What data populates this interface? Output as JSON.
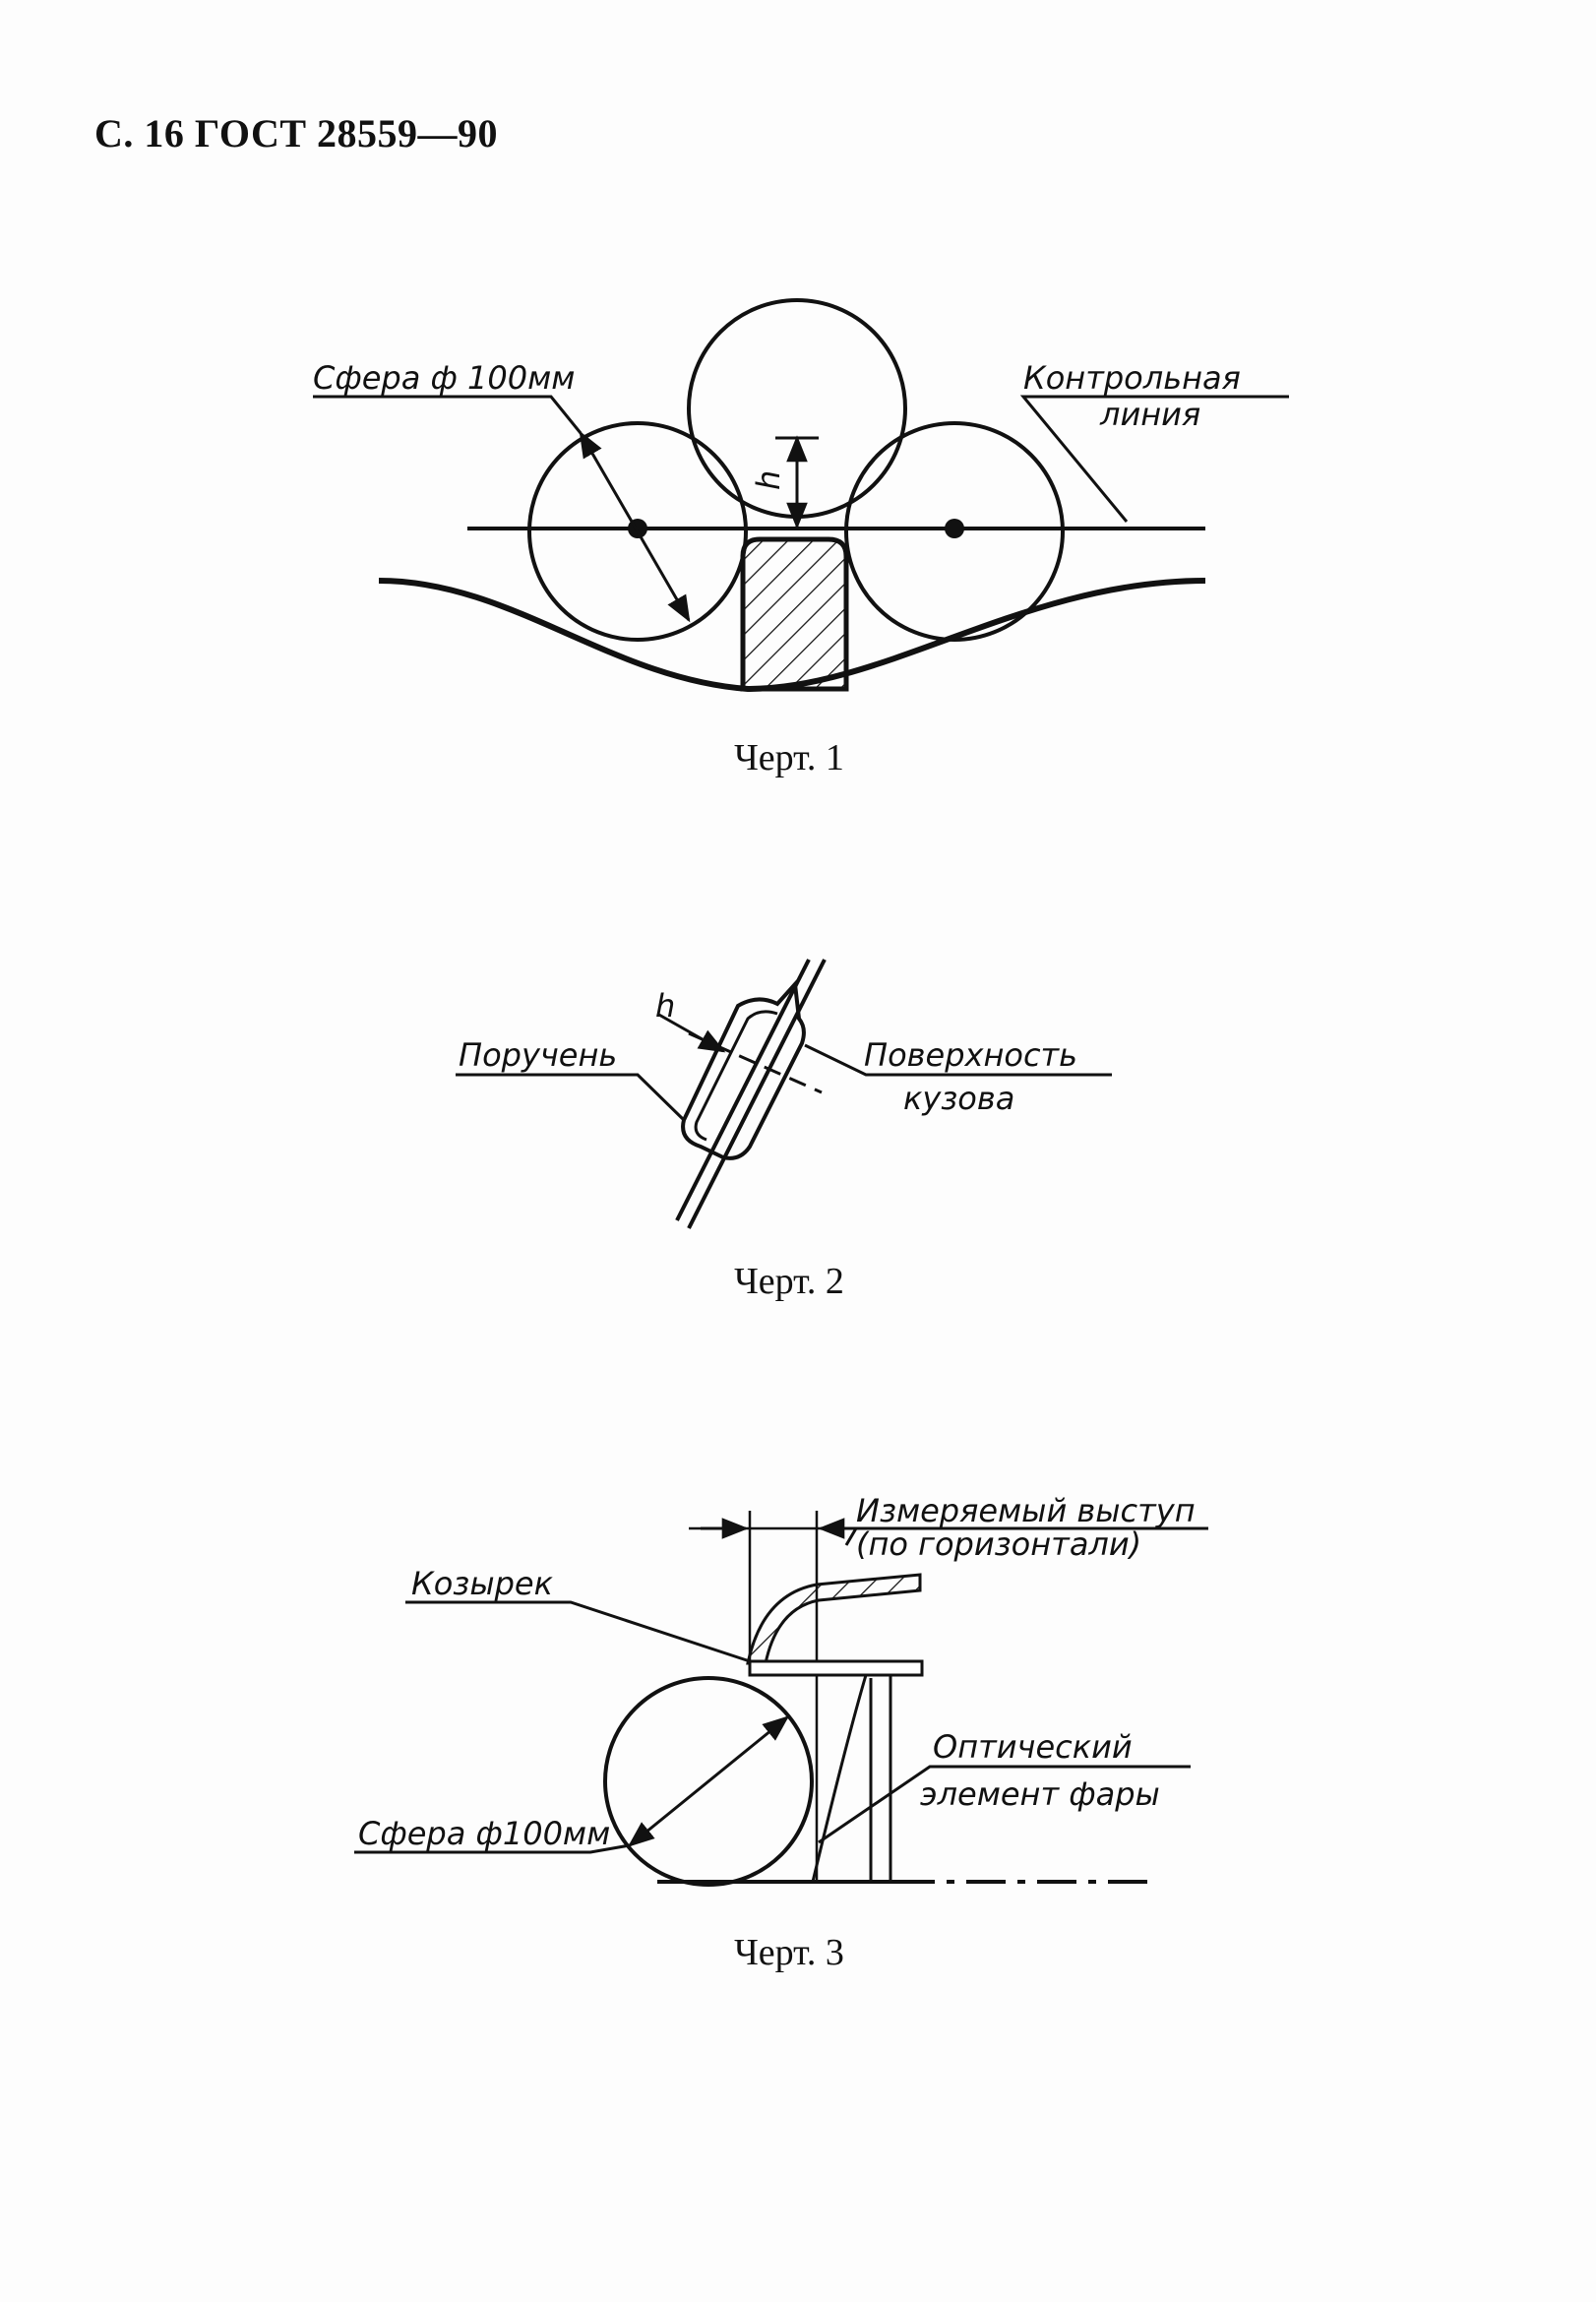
{
  "header": {
    "text": "С. 16 ГОСТ 28559—90"
  },
  "figure1": {
    "caption": "Черт. 1",
    "label_sphere": "Сфера ф 100мм",
    "label_control_1": "Контрольная",
    "label_control_2": "линия",
    "label_h": "h"
  },
  "figure2": {
    "caption": "Черт. 2",
    "label_handrail": "Поручень",
    "label_surface_1": "Поверхность",
    "label_surface_2": "кузова",
    "label_h": "h"
  },
  "figure3": {
    "caption": "Черт. 3",
    "label_measured_1": "Измеряемый выступ",
    "label_measured_2": "(по горизонтали)",
    "label_visor": "Козырек",
    "label_optical_1": "Оптический",
    "label_optical_2": "элемент фары",
    "label_sphere": "Сфера ф100мм"
  }
}
